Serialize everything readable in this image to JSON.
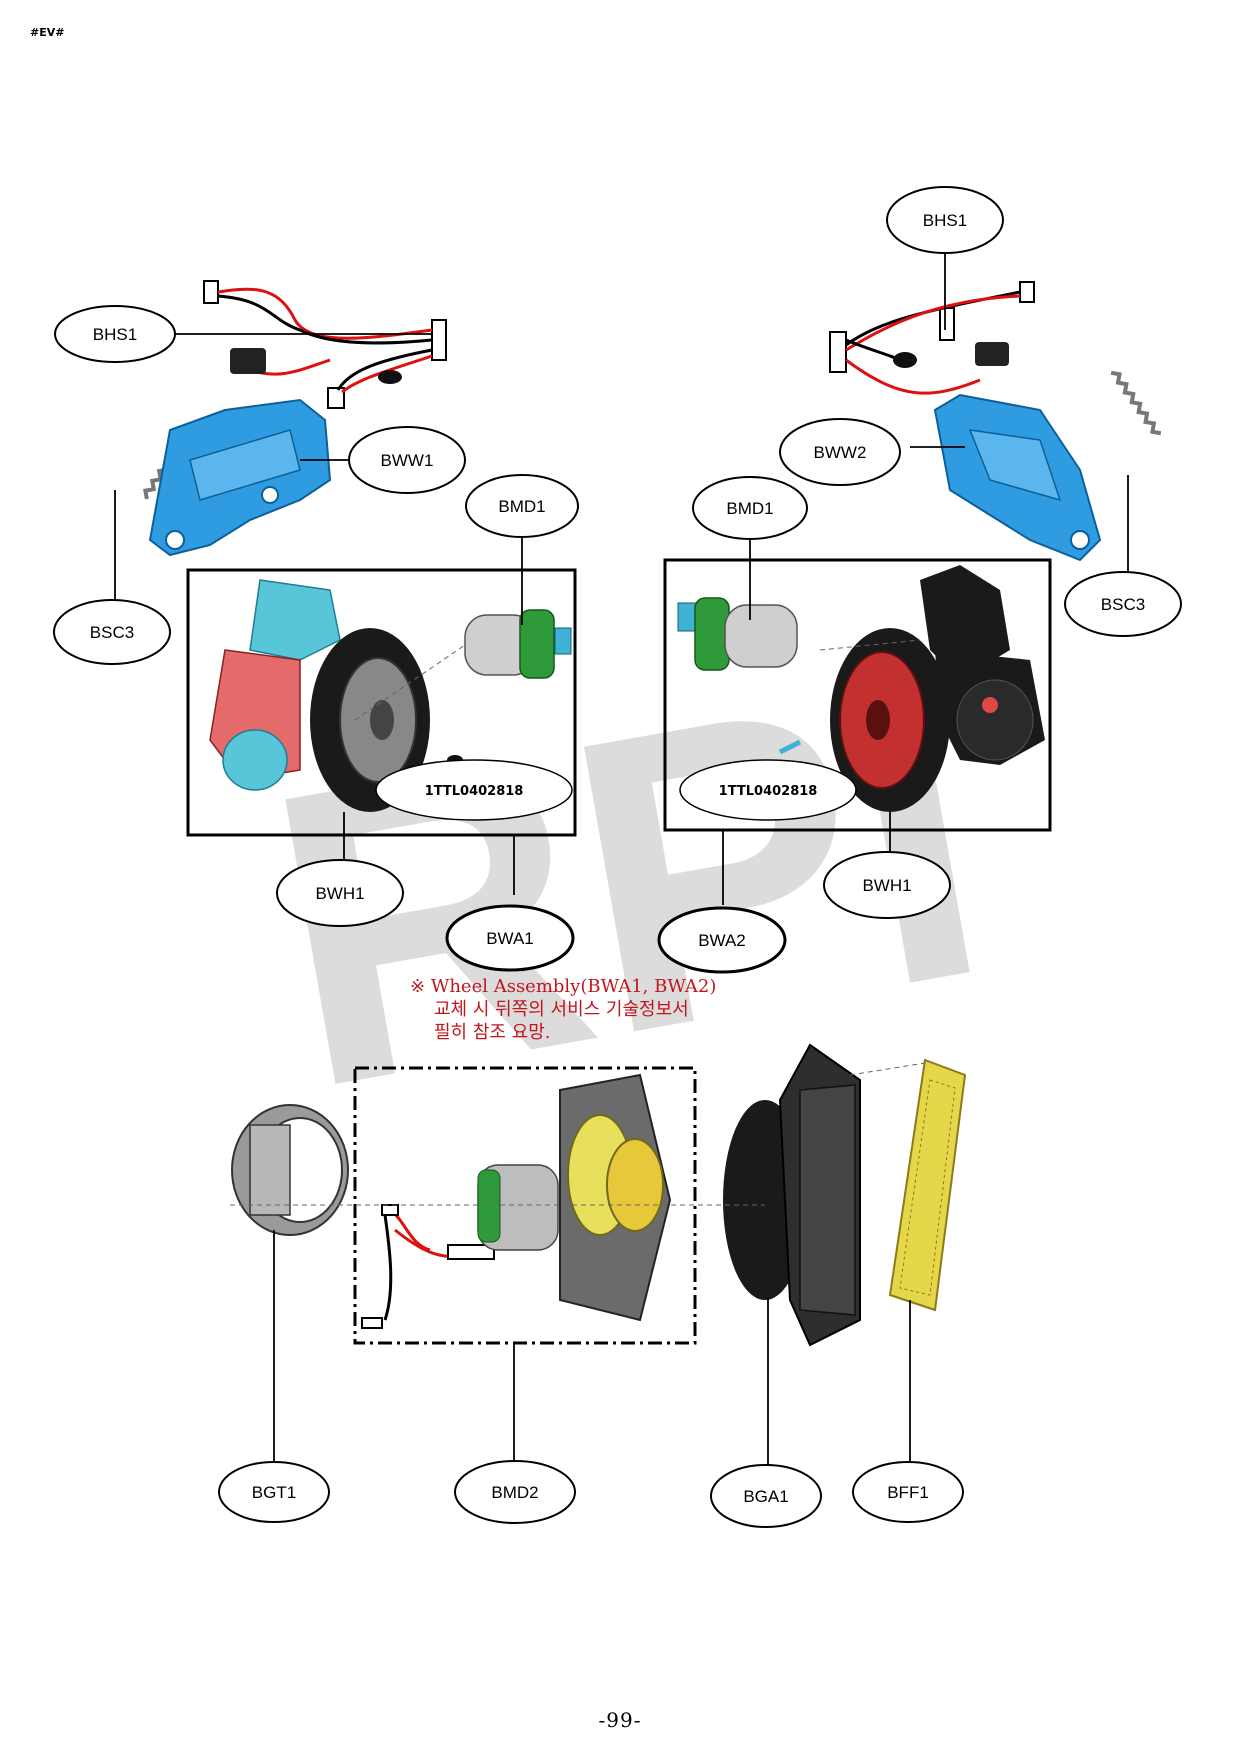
{
  "header": {
    "tag": "#EV#"
  },
  "watermark": {
    "text": "RPI",
    "color": "#dcdcdc"
  },
  "callouts": {
    "bhs1_left": "BHS1",
    "bww1": "BWW1",
    "bmd1_left": "BMD1",
    "bsc3_left": "BSC3",
    "bwh1_left": "BWH1",
    "bwa1": "BWA1",
    "bhs1_right": "BHS1",
    "bww2": "BWW2",
    "bmd1_right": "BMD1",
    "bsc3_right": "BSC3",
    "bwh1_right": "BWH1",
    "bwa2": "BWA2",
    "bgt1": "BGT1",
    "bmd2": "BMD2",
    "bga1": "BGA1",
    "bff1": "BFF1"
  },
  "screw_codes": {
    "left": "1TTL0402818",
    "right": "1TTL0402818"
  },
  "note": {
    "symbol": "※",
    "line1": "Wheel Assembly(BWA1, BWA2)",
    "line2": "교체 시 뒤쪽의 서비스 기술정보서",
    "line3": "필히 참조 요망.",
    "color": "#c0161e"
  },
  "footer": {
    "page_number": "-99-"
  },
  "colors": {
    "bracket_blue": "#2f9be0",
    "wheel_black": "#1a1a1a",
    "hub_red": "#e04848",
    "motor_green": "#2e9a3a",
    "filter_yellow": "#e6d64a"
  }
}
